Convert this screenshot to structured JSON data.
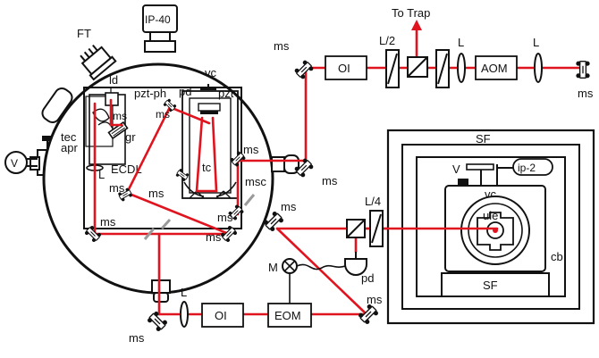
{
  "labels": {
    "ip40": "IP-40",
    "ft": "FT",
    "vc_top": "vc",
    "pd_top": "pd",
    "pzt": "pzt",
    "ld": "ld",
    "pzt_ph": "pzt-ph",
    "gr": "gr",
    "tec": "tec",
    "apr": "apr",
    "valve_left": "V",
    "ecdl": "ECDL",
    "l_ecdl": "L",
    "tc": "tc",
    "msc": "msc",
    "to_trap": "To Trap",
    "oi_top": "OI",
    "l_half": "L/2",
    "l_a": "L",
    "aom": "AOM",
    "l_b": "L",
    "l_quarter": "L/4",
    "sf_top": "SF",
    "valve_right": "V",
    "ip2": "ip-2",
    "vc_cavity": "vc",
    "ule": "ule",
    "cb": "cb",
    "sf_bottom": "SF",
    "pd_bottom": "pd",
    "m": "M",
    "oi_bottom": "OI",
    "eom": "EOM",
    "l_bottom": "L",
    "ms": "ms"
  },
  "colors": {
    "beam": "#e0141e",
    "ink": "#111111",
    "gray": "#9a9a9a",
    "panel": "#ffffff"
  }
}
